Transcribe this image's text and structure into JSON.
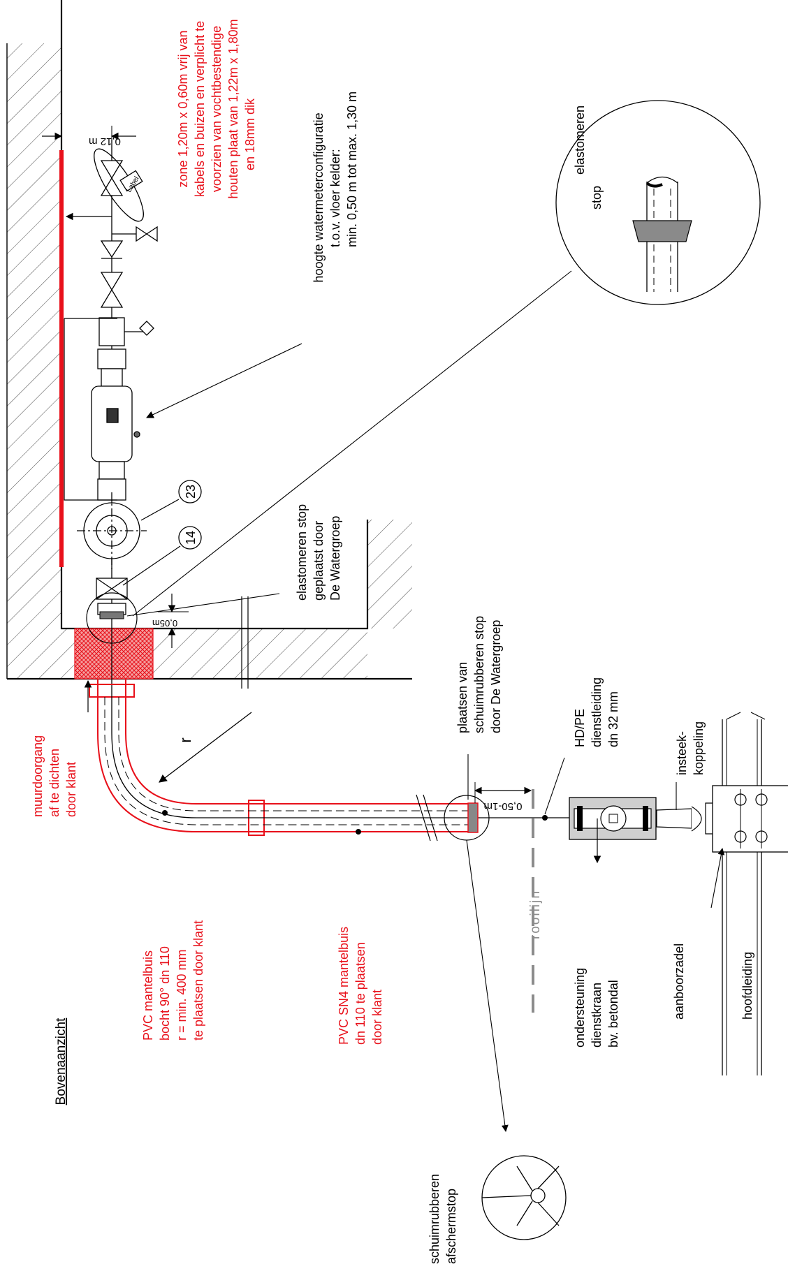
{
  "title": "Bovenaanzicht",
  "labels": {
    "zone_line1": "zone 1,20m x 0,60m vrij van",
    "zone_line2": "kabels en buizen en verplicht te",
    "zone_line3": "voorzien van vochtbestendige",
    "zone_line4": "houten plaat van 1,22m x 1,80m",
    "zone_line5": "en 18mm dik",
    "hoogte_line1": "hoogte watermeterconfiguratie",
    "hoogte_line2": "t.o.v. vloer kelder:",
    "hoogte_line3": "min. 0,50 m tot max. 1,30 m",
    "elastomeren_detail_line1": "elastomeren",
    "elastomeren_detail_line2": "stop",
    "elastomeren_geplaatst_line1": "elastomeren stop",
    "elastomeren_geplaatst_line2": "geplaatst door",
    "elastomeren_geplaatst_line3": "De Watergroep",
    "schuim_plaatsen_line1": "plaatsen van",
    "schuim_plaatsen_line2": "schuimrubberen stop",
    "schuim_plaatsen_line3": "door De Watergroep",
    "hdpe_line1": "HD/PE",
    "hdpe_line2": "dienstleiding",
    "hdpe_line3": "dn 32 mm",
    "insteek_line1": "insteek-",
    "insteek_line2": "koppeling",
    "muur_line1": "muurdoorgang",
    "muur_line2": "af te dichten",
    "muur_line3": "door klant",
    "bocht_line1": "PVC mantelbuis",
    "bocht_line2": "bocht 90° dn 110",
    "bocht_line3": "r = min. 400 mm",
    "bocht_line4": "te plaatsen door klant",
    "sn4_line1": "PVC SN4 mantelbuis",
    "sn4_line2": "dn 110 te plaatsen",
    "sn4_line3": "door klant",
    "rooilijn": "rooilijn",
    "ondersteuning_line1": "ondersteuning",
    "ondersteuning_line2": "dienstkraan",
    "ondersteuning_line3": "bv. betondal",
    "aanboorzadel": "aanboorzadel",
    "hoofdleiding": "hoofdleiding",
    "afscherm_line1": "schuimrubberen",
    "afscherm_line2": "afschermstop",
    "radius": "r",
    "tag_label": "Label",
    "callout_23": "23",
    "callout_14": "14"
  },
  "dimensions": {
    "wall_gap": "0,12 m",
    "stop_offset": "0,05m",
    "rooilijn_offset": "0,50-1m"
  },
  "colors": {
    "annotation_red": "#e8101a",
    "line_black": "#000000",
    "rooilijn_gray": "#8c8c8c",
    "hatch_fill_red": "#e8101a",
    "fitting_gray": "#d8d8d8"
  }
}
